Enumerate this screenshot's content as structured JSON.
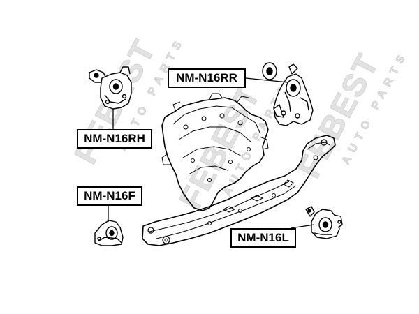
{
  "labels": {
    "rr": "NM-N16RR",
    "rh": "NM-N16RH",
    "f": "NM-N16F",
    "l": "NM-N16L"
  },
  "watermark": {
    "brand": "FEBEST",
    "sub": "AUTO PARTS"
  },
  "colors": {
    "line": "#000000",
    "background": "#ffffff",
    "watermark": "#d4d4d4"
  }
}
